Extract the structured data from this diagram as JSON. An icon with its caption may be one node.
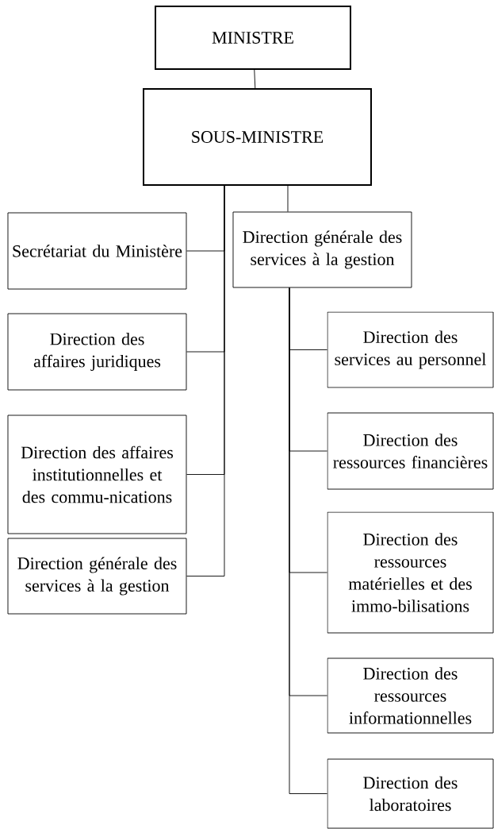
{
  "diagram": {
    "nodes": [
      {
        "text": [
          "MINISTRE"
        ]
      },
      {
        "text": [
          "SOUS-MINISTRE"
        ]
      },
      {
        "text": [
          "Secrétariat du Ministère"
        ]
      },
      {
        "text": [
          "Direction générale des services à la gestion"
        ]
      },
      {
        "text": [
          "Direction des affaires juridiques"
        ]
      },
      {
        "text": [
          "Direction des affaires institutionnelles et des commu-nications"
        ]
      },
      {
        "text": [
          "Direction générale des services à la gestion"
        ]
      },
      {
        "text": [
          "Direction des services au personnel"
        ]
      },
      {
        "text": [
          "Direction des ressources financières"
        ]
      },
      {
        "text": [
          "Direction des ressources matérielles et des immo-bilisations"
        ]
      },
      {
        "text": [
          "Direction des ressources informationnelles"
        ]
      },
      {
        "text": [
          "Direction des laboratoires"
        ]
      }
    ],
    "edges": [
      {
        "from": 0,
        "to": 1,
        "arrow": "none"
      },
      {
        "from": 1,
        "to": 2,
        "arrow": "none"
      },
      {
        "from": 1,
        "to": 4,
        "arrow": "none"
      },
      {
        "from": 1,
        "to": 5,
        "arrow": "none"
      },
      {
        "from": 1,
        "to": 6,
        "arrow": "none"
      },
      {
        "from": 1,
        "to": 3,
        "arrow": "none"
      },
      {
        "from": 3,
        "to": 7,
        "arrow": "none"
      },
      {
        "from": 3,
        "to": 8,
        "arrow": "none"
      },
      {
        "from": 3,
        "to": 9,
        "arrow": "none"
      },
      {
        "from": 3,
        "to": 10,
        "arrow": "none"
      },
      {
        "from": 3,
        "to": 11,
        "arrow": "none"
      }
    ]
  }
}
